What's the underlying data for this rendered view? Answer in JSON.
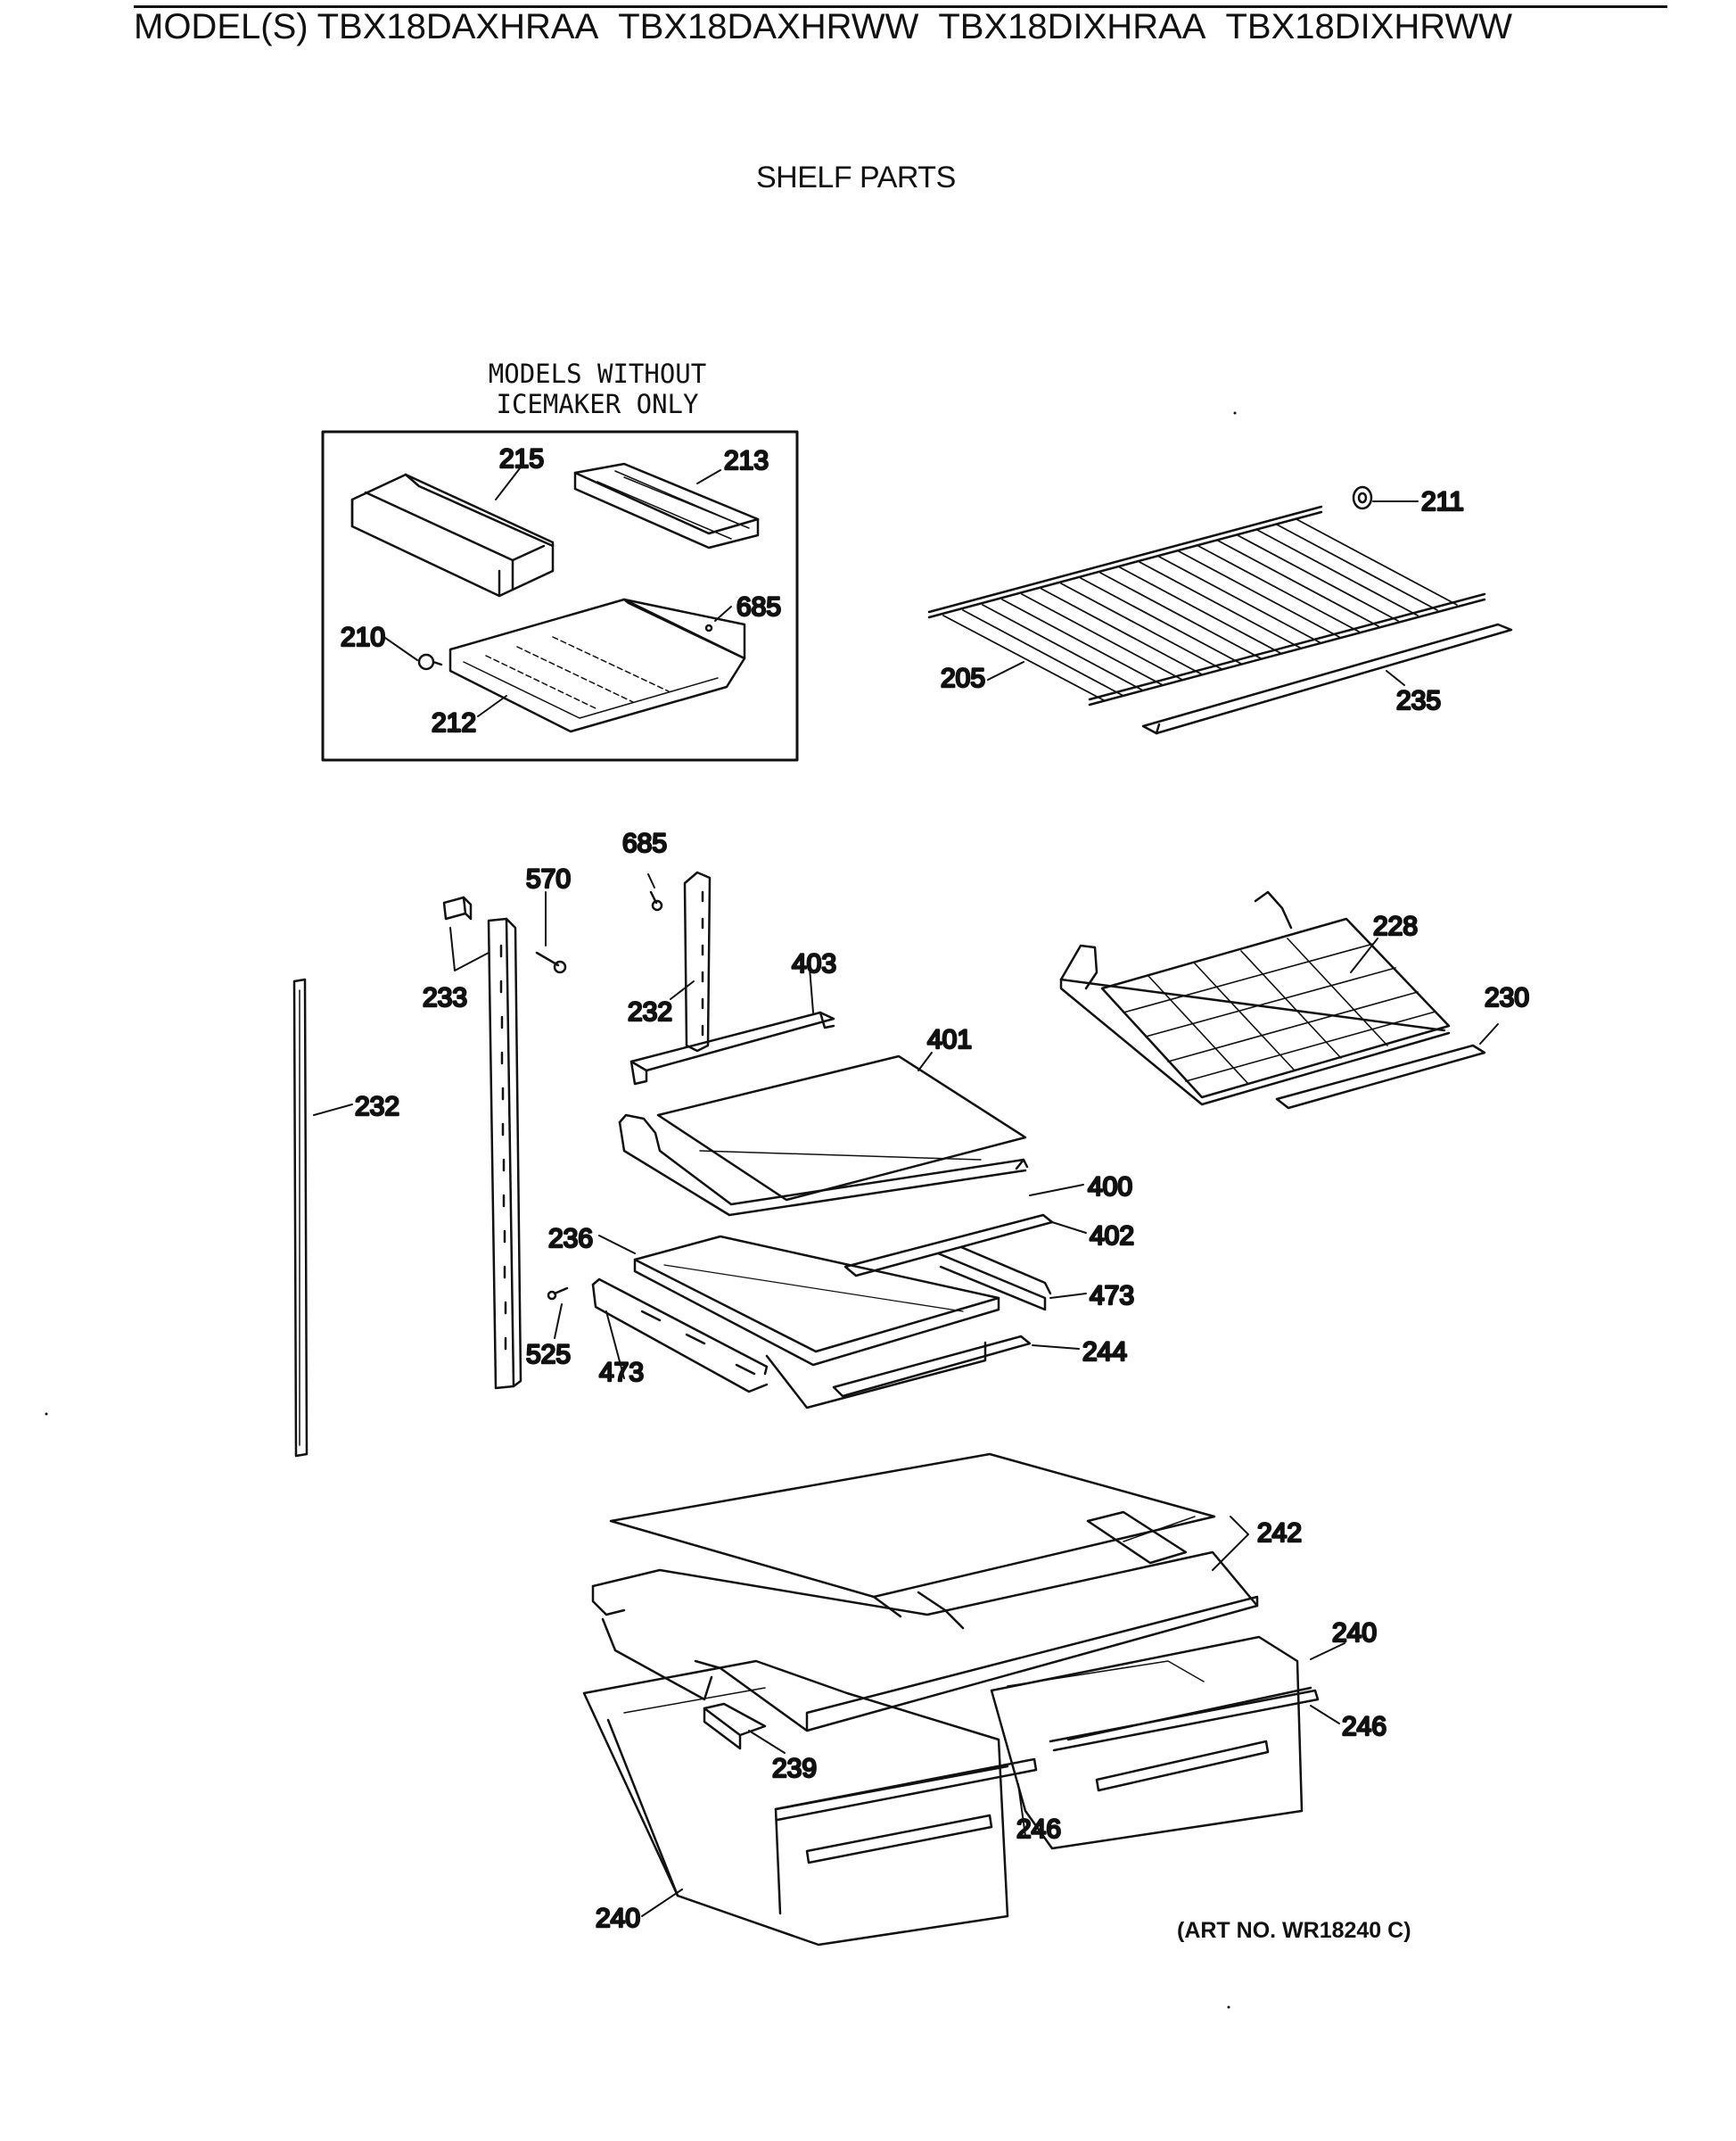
{
  "header": {
    "prefix": "MODEL(S)",
    "models": [
      "TBX18DAXHRAA",
      "TBX18DAXHRWW",
      "TBX18DIXHRAA",
      "TBX18DIXHRWW"
    ]
  },
  "title": "SHELF PARTS",
  "inset": {
    "caption_line1": "MODELS WITHOUT",
    "caption_line2": "ICEMAKER ONLY"
  },
  "parts": [
    {
      "id": "p215a",
      "label": "215"
    },
    {
      "id": "p213",
      "label": "213"
    },
    {
      "id": "p685a",
      "label": "685"
    },
    {
      "id": "p210",
      "label": "210"
    },
    {
      "id": "p212",
      "label": "212"
    },
    {
      "id": "p211",
      "label": "211"
    },
    {
      "id": "p205",
      "label": "205"
    },
    {
      "id": "p235",
      "label": "235"
    },
    {
      "id": "p685b",
      "label": "685"
    },
    {
      "id": "p570",
      "label": "570"
    },
    {
      "id": "p233",
      "label": "233"
    },
    {
      "id": "p232a",
      "label": "232"
    },
    {
      "id": "p403",
      "label": "403"
    },
    {
      "id": "p401",
      "label": "401"
    },
    {
      "id": "p228",
      "label": "228"
    },
    {
      "id": "p230",
      "label": "230"
    },
    {
      "id": "p232b",
      "label": "232"
    },
    {
      "id": "p400",
      "label": "400"
    },
    {
      "id": "p236",
      "label": "236"
    },
    {
      "id": "p402",
      "label": "402"
    },
    {
      "id": "p473a",
      "label": "473"
    },
    {
      "id": "p525",
      "label": "525"
    },
    {
      "id": "p473b",
      "label": "473"
    },
    {
      "id": "p244",
      "label": "244"
    },
    {
      "id": "p242",
      "label": "242"
    },
    {
      "id": "p240a",
      "label": "240"
    },
    {
      "id": "p246a",
      "label": "246"
    },
    {
      "id": "p239",
      "label": "239"
    },
    {
      "id": "p246b",
      "label": "246"
    },
    {
      "id": "p240b",
      "label": "240"
    }
  ],
  "art_number": "(ART NO. WR18240 C)"
}
